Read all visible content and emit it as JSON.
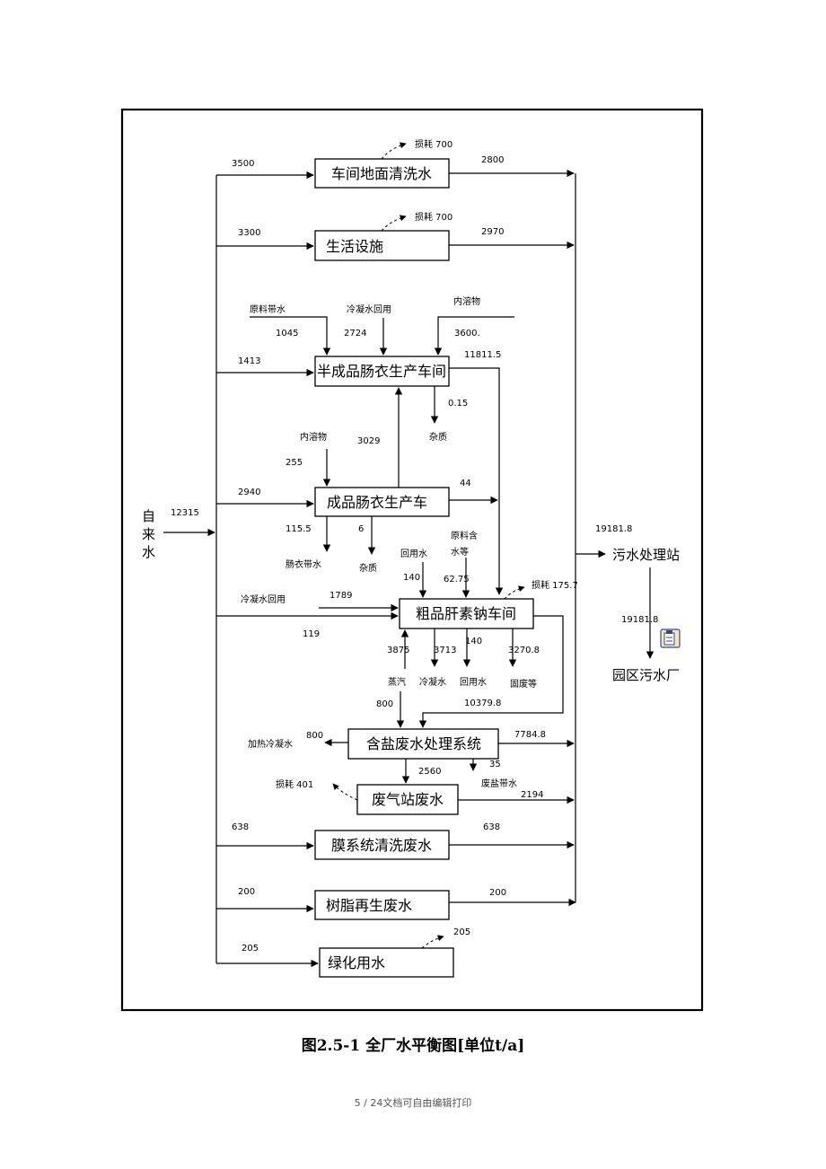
{
  "boxes": {
    "floor_wash": "车间地面清洗水",
    "living": "生活设施",
    "semi_casing": "半成品肠衣生产车间",
    "finished_casing": "成品肠衣生产车",
    "heparin": "粗品肝素钠车间",
    "salt_treat": "含盐废水处理系统",
    "waste_gas": "废气站废水",
    "membrane": "膜系统清洗废水",
    "resin": "树脂再生废水",
    "greening": "绿化用水"
  },
  "nodes": {
    "tap_water_1": "自",
    "tap_water_2": "来",
    "tap_water_3": "水",
    "sewage_station": "污水处理站",
    "park_plant": "园区污水厂"
  },
  "labels": {
    "tap_total": "12315",
    "in_floor": "3500",
    "loss_floor": "损耗 700",
    "out_floor": "2800",
    "in_living": "3300",
    "loss_living": "损耗 700",
    "out_living": "2970",
    "raw_water": "原料带水",
    "raw_water_v": "1045",
    "cond_reuse_top": "冷凝水回用",
    "cond_reuse_top_v": "2724",
    "content_top": "内溶物",
    "content_top_v": "3600.",
    "in_semi": "1413",
    "out_semi": "11811.5",
    "semi_impurity_v": "0.15",
    "semi_impurity": "杂质",
    "content_mid": "内溶物",
    "content_mid_v": "255",
    "finished_to_semi": "3029",
    "in_finished": "2940",
    "out_finished": "44",
    "casing_water_v": "115.5",
    "casing_water": "肠衣带水",
    "fin_impurity_v": "6",
    "fin_impurity": "杂质",
    "reuse_water_in": "回用水",
    "reuse_water_in_v": "140",
    "raw_content_1": "原料含",
    "raw_content_2": "水等",
    "raw_content_v": "62.75",
    "loss_heparin": "损耗 175.7",
    "cond_reuse_left": "冷凝水回用",
    "cond_reuse_left_v": "1789",
    "in_heparin": "119",
    "steam_v": "3875",
    "cond_v": "3713",
    "reuse_out_v": "140",
    "solid_waste_v": "3270.8",
    "steam": "蒸汽",
    "cond": "冷凝水",
    "reuse_out": "回用水",
    "solid_waste": "固废等",
    "steam_in_v": "800",
    "heparin_to_salt": "10379.8",
    "total_to_station": "19181.8",
    "station_to_park": "19181.8",
    "heating_cond_v": "800",
    "heating_cond": "加热冷凝水",
    "salt_to_station": "7784.8",
    "salt_small_v": "35",
    "salt_to_gas": "2560",
    "waste_salt": "废盐带水",
    "loss_gas": "损耗 401",
    "gas_out": "2194",
    "in_membrane": "638",
    "out_membrane": "638",
    "in_resin": "200",
    "out_resin": "200",
    "in_greening": "205",
    "out_greening": "205"
  },
  "caption": "图2.5-1  全厂水平衡图[单位t/a]",
  "footer": "5 / 24文档可自由编辑打印",
  "icons": {
    "clipboard": "clipboard-icon"
  }
}
